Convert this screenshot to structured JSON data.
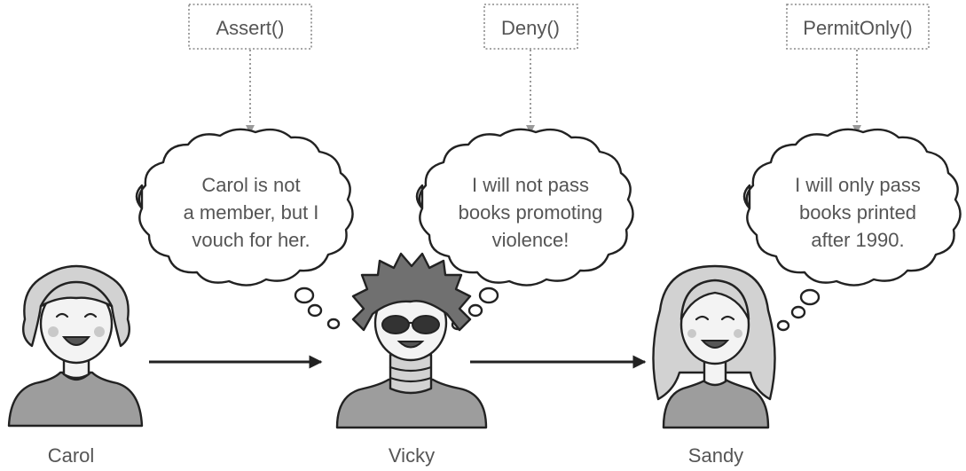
{
  "methods": [
    {
      "label": "Assert()"
    },
    {
      "label": "Deny()"
    },
    {
      "label": "PermitOnly()"
    }
  ],
  "thoughts": [
    {
      "lines": [
        "Carol is not",
        "a member, but I",
        "vouch for her."
      ]
    },
    {
      "lines": [
        "I will not pass",
        "books promoting",
        "violence!"
      ]
    },
    {
      "lines": [
        "I will only pass",
        "books printed",
        "after 1990."
      ]
    }
  ],
  "people": [
    {
      "name": "Carol"
    },
    {
      "name": "Vicky"
    },
    {
      "name": "Sandy"
    }
  ],
  "colors": {
    "ink": "#222222",
    "text": "#555555",
    "shirt": "#9d9d9d",
    "hair_light": "#d2d2d2",
    "hair_dark": "#707070"
  }
}
